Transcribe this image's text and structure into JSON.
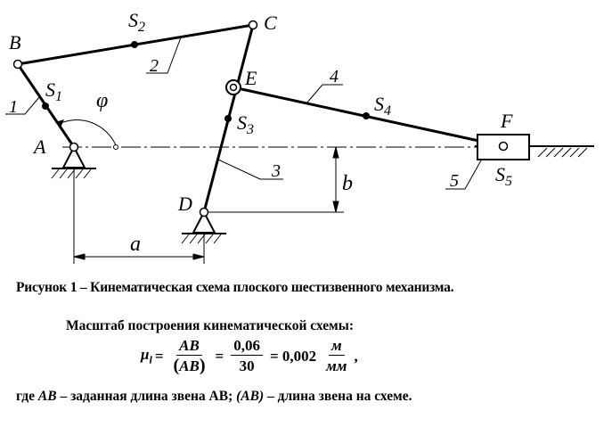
{
  "diagram": {
    "points": {
      "A": "A",
      "B": "B",
      "C": "C",
      "D": "D",
      "E": "E",
      "F": "F"
    },
    "centers": {
      "s1": "S",
      "s1_sub": "1",
      "s2": "S",
      "s2_sub": "2",
      "s3": "S",
      "s3_sub": "3",
      "s4": "S",
      "s4_sub": "4",
      "s5": "S",
      "s5_sub": "5"
    },
    "links": {
      "l1": "1",
      "l2": "2",
      "l3": "3",
      "l4": "4",
      "l5": "5"
    },
    "angle": "φ",
    "dimensions": {
      "a": "a",
      "b": "b"
    }
  },
  "caption": "Рисунок 1 – Кинематическая схема плоского шестизвенного механизма.",
  "scale": {
    "title": "Масштаб построения кинематической схемы:",
    "mu": "μ",
    "mu_sub": "l",
    "eq1": "=",
    "num1": "AB",
    "den1": "AB",
    "eq2": "=",
    "num2": "0,06",
    "den2": "30",
    "eq3": "= 0,002",
    "unit_num": "м",
    "unit_den": "мм",
    "end": ","
  },
  "note": {
    "prefix": "где ",
    "term1": "AB",
    "mid": " – заданная длина звена AB; ",
    "term2": "(AB)",
    "suffix": " – длина звена на схеме."
  }
}
